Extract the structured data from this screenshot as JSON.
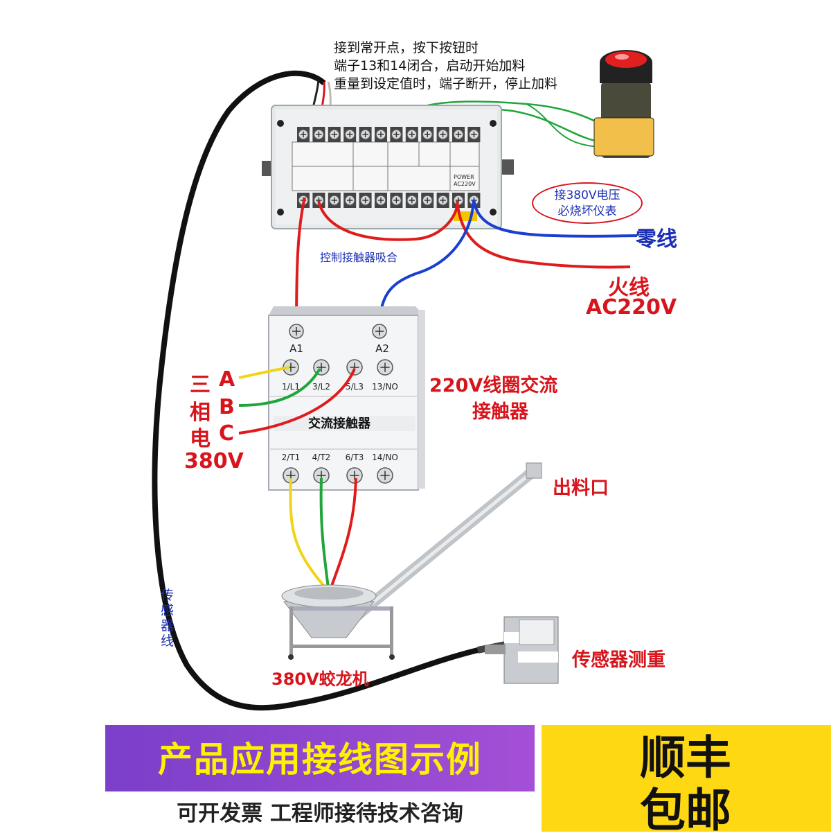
{
  "note": {
    "line1": "接到常开点，按下按钮时",
    "line2": "端子13和14闭合，启动开始加料",
    "line3": "重量到设定值时，端子断开，停止加料"
  },
  "warning": {
    "line1": "接380V电压",
    "line2": "必烧坏仪表"
  },
  "labels": {
    "neutral": "零线",
    "live": "火线",
    "ac220": "AC220V",
    "control": "控制接触器吸合",
    "coil_line1": "220V线圈交流",
    "coil_line2": "接触器",
    "three_phase": [
      "三",
      "相",
      "电"
    ],
    "phases": [
      "A",
      "B",
      "C"
    ],
    "v380": "380V",
    "outlet": "出料口",
    "sensor_weigh": "传感器测重",
    "sensor_wire": [
      "传",
      "感",
      "器",
      "线"
    ],
    "auger": "380V蛟龙机"
  },
  "contactor": {
    "title": "交流接触器",
    "coil_terms": [
      "A1",
      "A2"
    ],
    "top_terms": [
      "1/L1",
      "3/L2",
      "5/L3",
      "13/NO"
    ],
    "bottom_terms": [
      "2/T1",
      "4/T2",
      "6/T3",
      "14/NO"
    ]
  },
  "controller": {
    "power_label": "POWER",
    "ac_label": "AC220V"
  },
  "banner": {
    "title": "产品应用接线图示例",
    "subtitle": "可开发票 工程师接待技术咨询",
    "shipping_line1": "顺丰",
    "shipping_line2": "包邮"
  },
  "colors": {
    "red_wire": "#e01b1b",
    "blue_wire": "#1a3fd0",
    "yellow_wire": "#f0d419",
    "green_wire": "#1fa53a",
    "sensor_cable": "#111111",
    "banner_purple": "#8a45cf",
    "banner_yellow": "#ffd814",
    "title_yellow": "#fff200"
  }
}
